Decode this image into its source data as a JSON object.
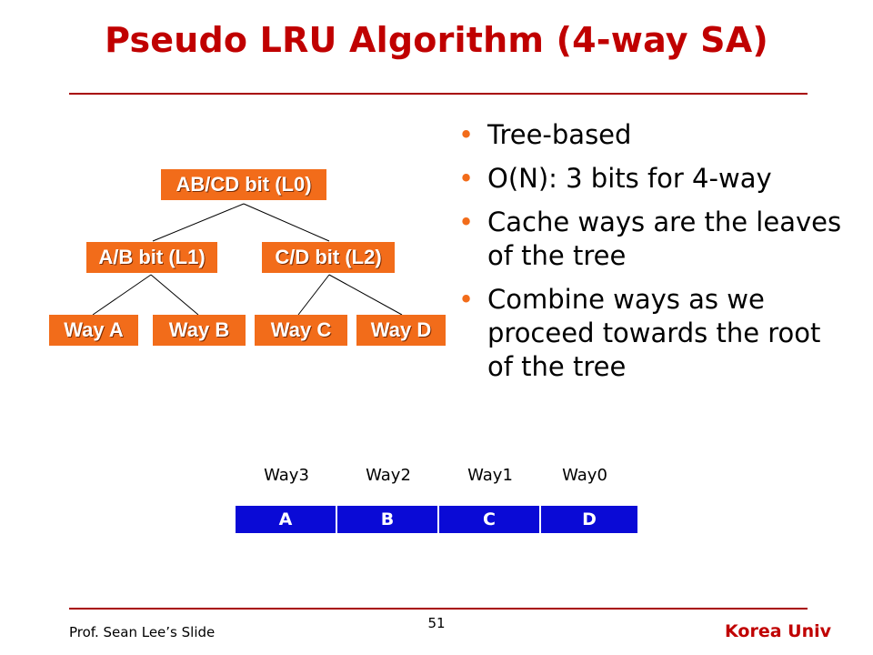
{
  "slide": {
    "title": "Pseudo LRU Algorithm (4-way SA)",
    "page_number": "51",
    "footer_left": "Prof. Sean Lee’s Slide",
    "footer_right": "Korea Univ"
  },
  "tree": {
    "root": "AB/CD bit (L0)",
    "left": "A/B bit (L1)",
    "right": "C/D bit (L2)",
    "leaves": [
      "Way A",
      "Way B",
      "Way C",
      "Way D"
    ]
  },
  "bullets": [
    "Tree-based",
    "O(N): 3 bits for 4-way",
    "Cache ways are the leaves of the tree",
    "Combine ways as we proceed towards the root of the tree"
  ],
  "cache_set": {
    "way_labels": [
      "Way3",
      "Way2",
      "Way1",
      "Way0"
    ],
    "cells": [
      "A",
      "B",
      "C",
      "D"
    ]
  },
  "colors": {
    "title": "#c00000",
    "node_fill": "#f26c1a",
    "cell_fill": "#0a0ad6",
    "rule": "#a80000"
  }
}
